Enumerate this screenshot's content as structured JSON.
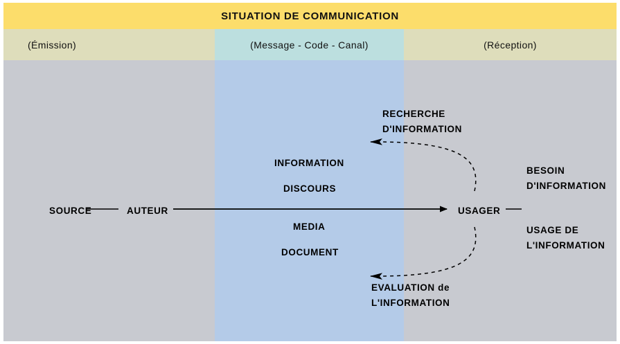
{
  "figure": {
    "title": "SITUATION DE COMMUNICATION",
    "bands": {
      "emission": "(Émission)",
      "message": "(Message - Code - Canal)",
      "reception": "(Réception)"
    }
  },
  "nodes": {
    "source": "SOURCE",
    "auteur": "AUTEUR",
    "usager": "USAGER",
    "information": "INFORMATION",
    "discours": "DISCOURS",
    "media": "MEDIA",
    "document": "DOCUMENT"
  },
  "annotations": {
    "recherche_line1": "RECHERCHE",
    "recherche_line2": "D'INFORMATION",
    "evaluation_line1": "EVALUATION de",
    "evaluation_line2": "L'INFORMATION",
    "besoin_line1": "BESOIN",
    "besoin_line2": "D'INFORMATION",
    "usage_line1": "USAGE DE",
    "usage_line2": "L'INFORMATION"
  },
  "colors": {
    "title_band": "#FCDD6B",
    "sub_band": "#DEDDBB",
    "sub_band_center": "#BCDFDF",
    "body": "#C8CAD0",
    "body_center": "#B4CBE8",
    "stroke": "#000000"
  }
}
